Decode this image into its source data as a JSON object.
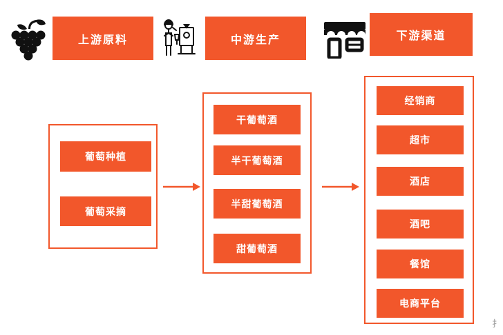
{
  "diagram_title": "wine-industry-chain",
  "colors": {
    "accent": "#F2572B",
    "icon_black": "#111111",
    "text_on_accent": "#FFFFFF",
    "watermark_gray": "#9B9B9B"
  },
  "columns": [
    {
      "id": "upstream",
      "icon": "grapes-icon",
      "header": "上游原料",
      "items": [
        "葡萄种植",
        "葡萄采摘"
      ]
    },
    {
      "id": "midstream",
      "icon": "winemaker-icon",
      "header": "中游生产",
      "items": [
        "干葡萄酒",
        "半干葡萄酒",
        "半甜葡萄酒",
        "甜葡萄酒"
      ]
    },
    {
      "id": "downstream",
      "icon": "storefront-icon",
      "header": "下游渠道",
      "items": [
        "经销商",
        "超市",
        "酒店",
        "酒吧",
        "餐馆",
        "电商平台"
      ]
    }
  ],
  "watermark_fragment": "扌"
}
